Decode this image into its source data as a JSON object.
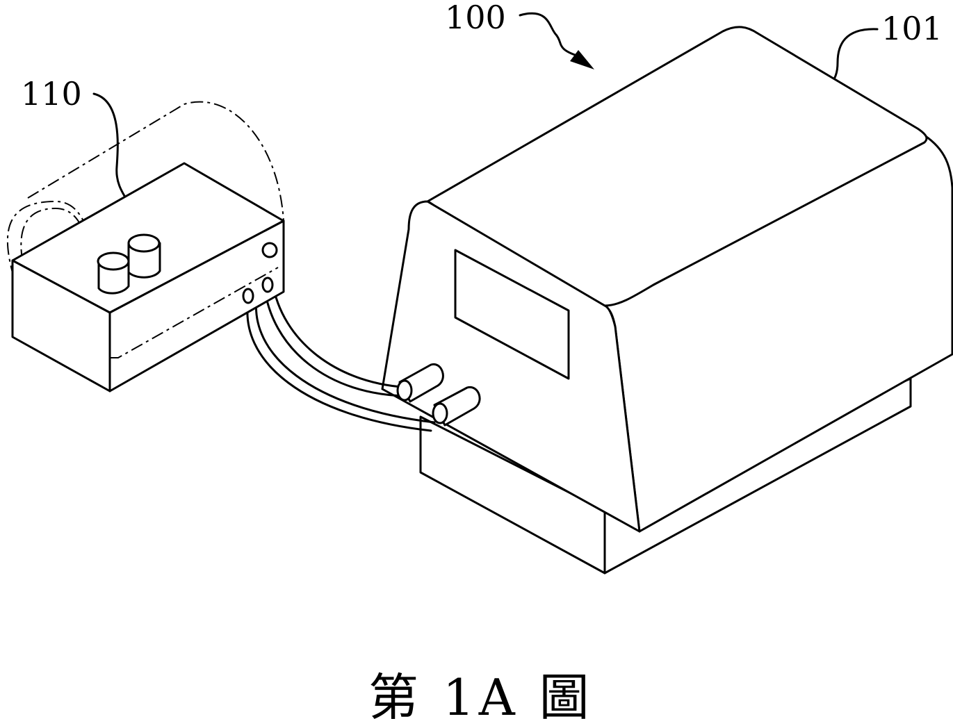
{
  "labels": {
    "device": "100",
    "housing": "101",
    "module": "110"
  },
  "caption": "第 1A 圖"
}
